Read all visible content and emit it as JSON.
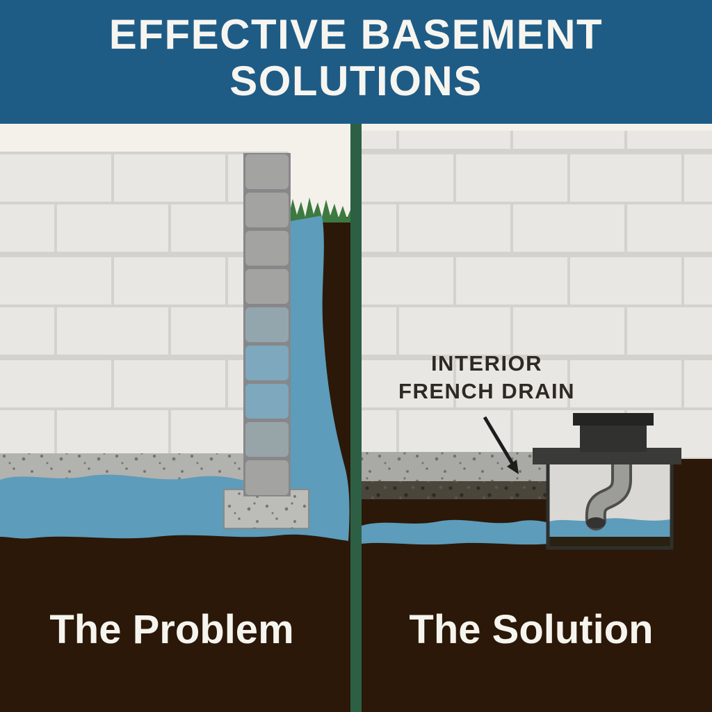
{
  "header": {
    "title_line1": "EFFECTIVE BASEMENT",
    "title_line2": "SOLUTIONS"
  },
  "left_panel": {
    "label": "The Problem"
  },
  "right_panel": {
    "label": "The Solution",
    "annotation_line1": "INTERIOR",
    "annotation_line2": "FRENCH DRAIN"
  },
  "colors": {
    "header_blue": "#1e5c86",
    "background_offwhite": "#f4f1ea",
    "soil_brown": "#2b1808",
    "water_blue": "#5d9cba",
    "divider_green": "#2d5f44",
    "grass_green": "#3d7a41",
    "wall_block_gray": "#e8e7e3",
    "mortar_gray": "#d3d2cd",
    "slab_gray": "#b2b2af",
    "gravel_dark": "#4a463c",
    "sump_lid_dark": "#313130",
    "label_white": "#f6f4ee",
    "annotation_dark": "#2d2923"
  }
}
